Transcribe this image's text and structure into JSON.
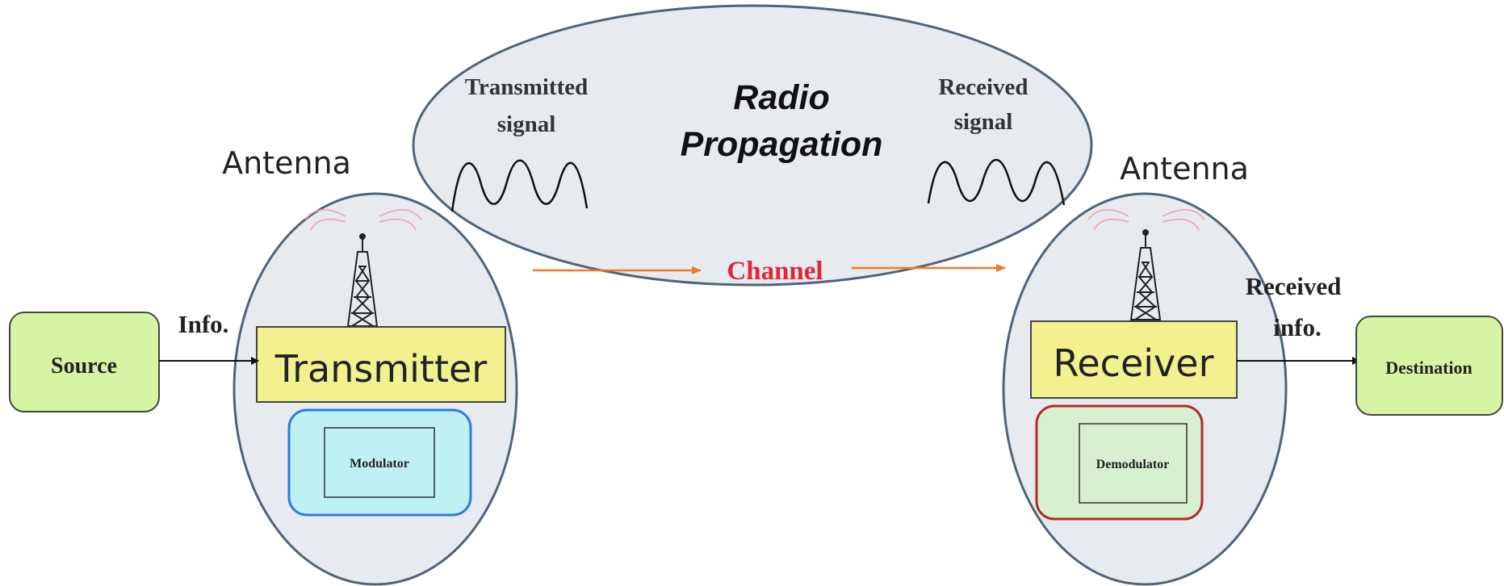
{
  "source": {
    "label": "Source"
  },
  "info_label": "Info.",
  "antenna_left": {
    "label": "Antenna"
  },
  "antenna_right": {
    "label": "Antenna"
  },
  "transmitter": {
    "label": "Transmitter",
    "modulator_label": "Modulator"
  },
  "receiver": {
    "label": "Receiver",
    "demodulator_label": "Demodulator"
  },
  "propagation": {
    "title_line1": "Radio",
    "title_line2": "Propagation",
    "transmitted_line1": "Transmitted",
    "transmitted_line2": "signal",
    "received_line1": "Received",
    "received_line2": "signal"
  },
  "channel_label": "Channel",
  "received_info": {
    "line1": "Received",
    "line2": "info."
  },
  "destination": {
    "label": "Destination"
  },
  "colors": {
    "ellipse_fill": "#e7ebf0",
    "ellipse_stroke": "#4f6478",
    "green_box": "#d5f5a4",
    "yellow_box": "#f3f08f",
    "modulator_fill": "#bff0f4",
    "modulator_border": "#2d7be0",
    "demodulator_fill": "#d7f0cf",
    "demodulator_border": "#b22b2b",
    "channel_text": "#e0263a",
    "channel_arrow": "#f07a2a"
  }
}
